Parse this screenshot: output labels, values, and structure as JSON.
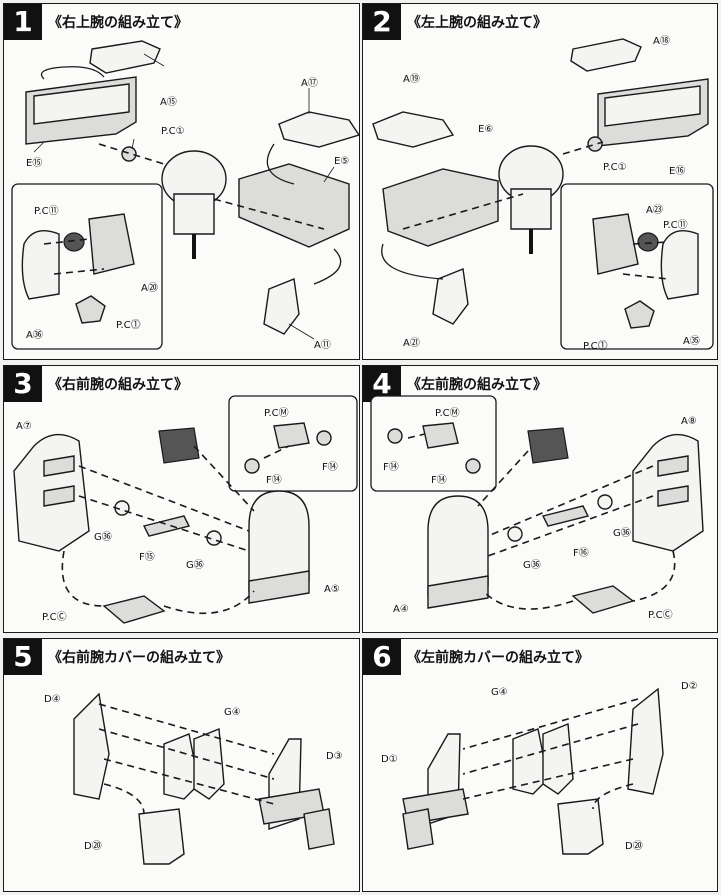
{
  "steps": [
    {
      "number": "1",
      "title": "《右上腕の組み立て》",
      "labels": [
        "A⑮",
        "P.C①",
        "E⑮",
        "A⑰",
        "E⑤",
        "P.C⑪",
        "A⑳",
        "A㊱",
        "P.C⓵",
        "A⑪"
      ]
    },
    {
      "number": "2",
      "title": "《左上腕の組み立て》",
      "labels": [
        "A⑱",
        "A⑲",
        "E⑥",
        "P.C①",
        "E⑯",
        "A㉓",
        "P.C⑪",
        "A㉑",
        "P.C⓵",
        "A㉟"
      ]
    },
    {
      "number": "3",
      "title": "《右前腕の組み立て》",
      "labels": [
        "A⑦",
        "P.CⓂ",
        "F⑭",
        "F⑭",
        "G㊱",
        "F⑮",
        "G㊱",
        "A⑤",
        "P.CⒸ"
      ]
    },
    {
      "number": "4",
      "title": "《左前腕の組み立て》",
      "labels": [
        "P.CⓂ",
        "A⑧",
        "F⑭",
        "F⑭",
        "G㊱",
        "F⑯",
        "G㊱",
        "A④",
        "P.CⒸ"
      ]
    },
    {
      "number": "5",
      "title": "《右前腕カバーの組み立て》",
      "labels": [
        "D④",
        "G④",
        "D③",
        "D⑳"
      ]
    },
    {
      "number": "6",
      "title": "《左前腕カバーの組み立て》",
      "labels": [
        "G④",
        "D②",
        "D①",
        "D⑳"
      ]
    }
  ]
}
